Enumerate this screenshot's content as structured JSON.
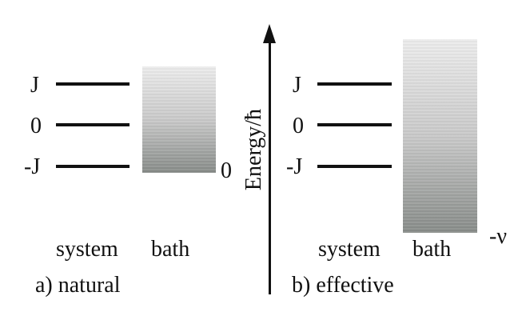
{
  "axis": {
    "label": "Energy/ħ"
  },
  "panel_a": {
    "levels": [
      "J",
      "0",
      "-J"
    ],
    "bath_bottom_label": "0",
    "system_label": "system",
    "bath_label": "bath",
    "caption": "a) natural"
  },
  "panel_b": {
    "levels": [
      "J",
      "0",
      "-J"
    ],
    "bath_bottom_label": "-ν",
    "system_label": "system",
    "bath_label": "bath",
    "caption": "b) effective"
  }
}
